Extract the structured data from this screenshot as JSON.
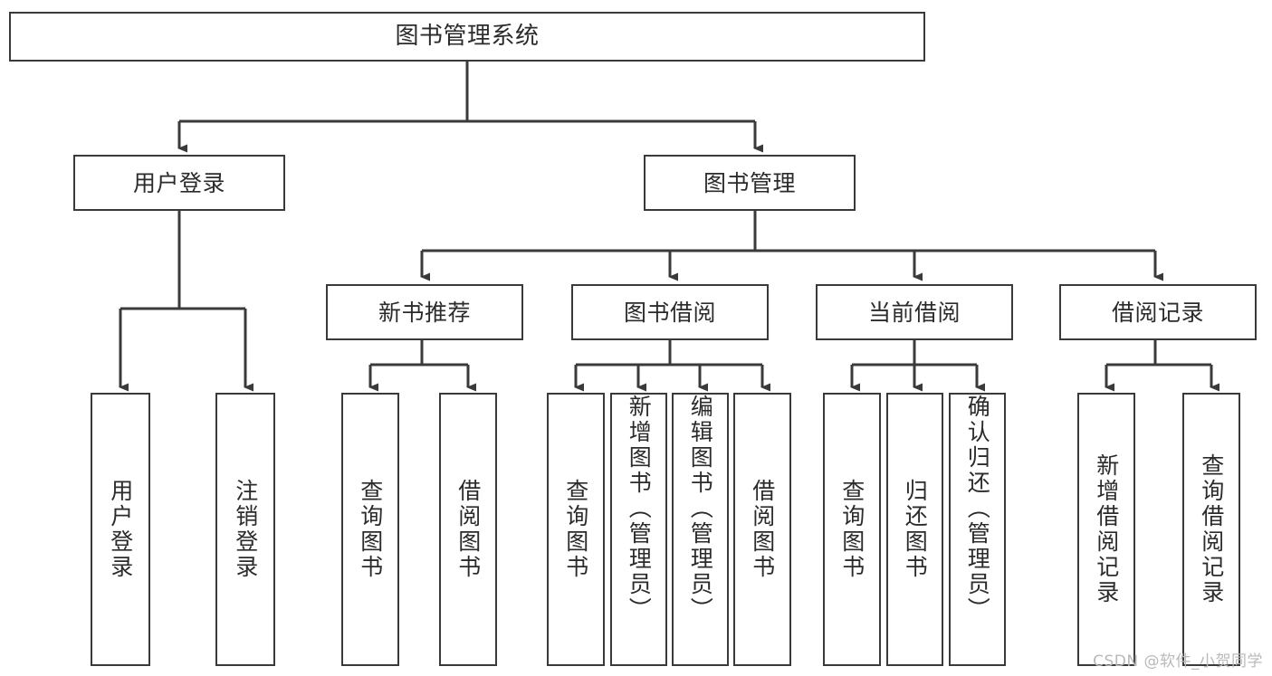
{
  "diagram": {
    "title": "图书管理系统",
    "type": "tree-hierarchy-chart",
    "background_color": "#ffffff",
    "line_color": "#3a3a3a",
    "box_border_color": "#3a3a3a",
    "box_fill_color": "#ffffff",
    "text_color": "#2b2b2b"
  },
  "nodes": {
    "root": {
      "label": "图书管理系统",
      "orientation": "horizontal"
    },
    "level2": [
      {
        "id": "user-login",
        "label": "用户登录",
        "orientation": "horizontal"
      },
      {
        "id": "book-manage",
        "label": "图书管理",
        "orientation": "horizontal"
      }
    ],
    "level3": [
      {
        "id": "new-book-recommend",
        "label": "新书推荐",
        "orientation": "horizontal"
      },
      {
        "id": "book-borrow",
        "label": "图书借阅",
        "orientation": "horizontal"
      },
      {
        "id": "current-borrow",
        "label": "当前借阅",
        "orientation": "horizontal"
      },
      {
        "id": "borrow-record",
        "label": "借阅记录",
        "orientation": "horizontal"
      }
    ],
    "leaves": [
      {
        "id": "leaf-user-login",
        "label": "用户登录",
        "parent": "user-login",
        "orientation": "vertical"
      },
      {
        "id": "leaf-user-logout",
        "label": "注销登录",
        "parent": "user-login",
        "orientation": "vertical"
      },
      {
        "id": "leaf-query-book-1",
        "label": "查询图书",
        "parent": "new-book-recommend",
        "orientation": "vertical"
      },
      {
        "id": "leaf-borrow-book-1",
        "label": "借阅图书",
        "parent": "new-book-recommend",
        "orientation": "vertical"
      },
      {
        "id": "leaf-query-book-2",
        "label": "查询图书",
        "parent": "book-borrow",
        "orientation": "vertical"
      },
      {
        "id": "leaf-add-book",
        "label": "新增图书（管理员）",
        "parent": "book-borrow",
        "orientation": "vertical"
      },
      {
        "id": "leaf-edit-book",
        "label": "编辑图书（管理员）",
        "parent": "book-borrow",
        "orientation": "vertical"
      },
      {
        "id": "leaf-borrow-book-2",
        "label": "借阅图书",
        "parent": "book-borrow",
        "orientation": "vertical"
      },
      {
        "id": "leaf-query-book-3",
        "label": "查询图书",
        "parent": "current-borrow",
        "orientation": "vertical"
      },
      {
        "id": "leaf-return-book",
        "label": "归还图书",
        "parent": "current-borrow",
        "orientation": "vertical"
      },
      {
        "id": "leaf-confirm-return",
        "label": "确认归还（管理员）",
        "parent": "current-borrow",
        "orientation": "vertical"
      },
      {
        "id": "leaf-add-record",
        "label": "新增借阅记录",
        "parent": "borrow-record",
        "orientation": "vertical"
      },
      {
        "id": "leaf-query-record",
        "label": "查询借阅记录",
        "parent": "borrow-record",
        "orientation": "vertical"
      }
    ]
  },
  "watermark": {
    "text": "CSDN @软件_小贺同学"
  }
}
